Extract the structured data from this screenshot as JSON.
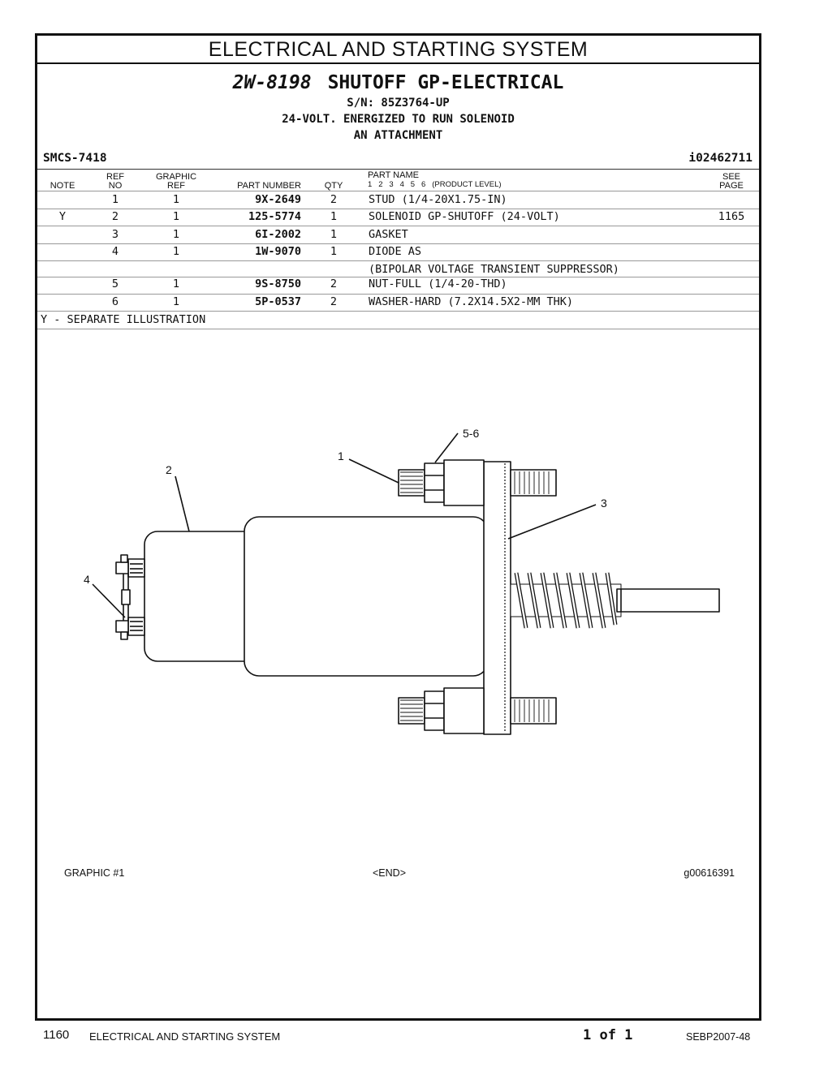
{
  "section_title": "ELECTRICAL AND STARTING SYSTEM",
  "group": {
    "part_number": "2W-8198",
    "name": "SHUTOFF GP-ELECTRICAL",
    "serial": "S/N: 85Z3764-UP",
    "line2": "24-VOLT. ENERGIZED TO RUN SOLENOID",
    "line3": "AN ATTACHMENT"
  },
  "smcs": "SMCS-7418",
  "doc_id": "i02462711",
  "columns": {
    "note": "NOTE",
    "ref_top": "REF",
    "ref_bottom": "NO",
    "graphic_top": "GRAPHIC",
    "graphic_bottom": "REF",
    "part_number": "PART NUMBER",
    "qty": "QTY",
    "part_name": "PART NAME",
    "product_level": "1   2   3   4   5   6   (PRODUCT LEVEL)",
    "see_top": "SEE",
    "see_bottom": "PAGE"
  },
  "rows": [
    {
      "note": "",
      "ref": "1",
      "graphic": "1",
      "part": "9X-2649",
      "qty": "2",
      "name": "STUD (1/4-20X1.75-IN)",
      "page": ""
    },
    {
      "note": "Y",
      "ref": "2",
      "graphic": "1",
      "part": "125-5774",
      "qty": "1",
      "name": "SOLENOID GP-SHUTOFF (24-VOLT)",
      "page": "1165"
    },
    {
      "note": "",
      "ref": "3",
      "graphic": "1",
      "part": "6I-2002",
      "qty": "1",
      "name": "GASKET",
      "page": ""
    },
    {
      "note": "",
      "ref": "4",
      "graphic": "1",
      "part": "1W-9070",
      "qty": "1",
      "name": "DIODE AS",
      "page": ""
    },
    {
      "note": "",
      "ref": "",
      "graphic": "",
      "part": "",
      "qty": "",
      "name": "(BIPOLAR VOLTAGE TRANSIENT SUPPRESSOR)",
      "page": ""
    },
    {
      "note": "",
      "ref": "5",
      "graphic": "1",
      "part": "9S-8750",
      "qty": "2",
      "name": "NUT-FULL (1/4-20-THD)",
      "page": ""
    },
    {
      "note": "",
      "ref": "6",
      "graphic": "1",
      "part": "5P-0537",
      "qty": "2",
      "name": "WASHER-HARD (7.2X14.5X2-MM THK)",
      "page": ""
    }
  ],
  "note_legend": "Y - SEPARATE ILLUSTRATION",
  "callouts": {
    "c1": "1",
    "c2": "2",
    "c3": "3",
    "c4": "4",
    "c56": "5-6"
  },
  "graphic_caption": {
    "left": "GRAPHIC #1",
    "center": "<END>",
    "right": "g00616391"
  },
  "footer": {
    "page_number": "1160",
    "section": "ELECTRICAL AND STARTING SYSTEM",
    "page_of": "1 of 1",
    "doc_code": "SEBP2007-48"
  }
}
